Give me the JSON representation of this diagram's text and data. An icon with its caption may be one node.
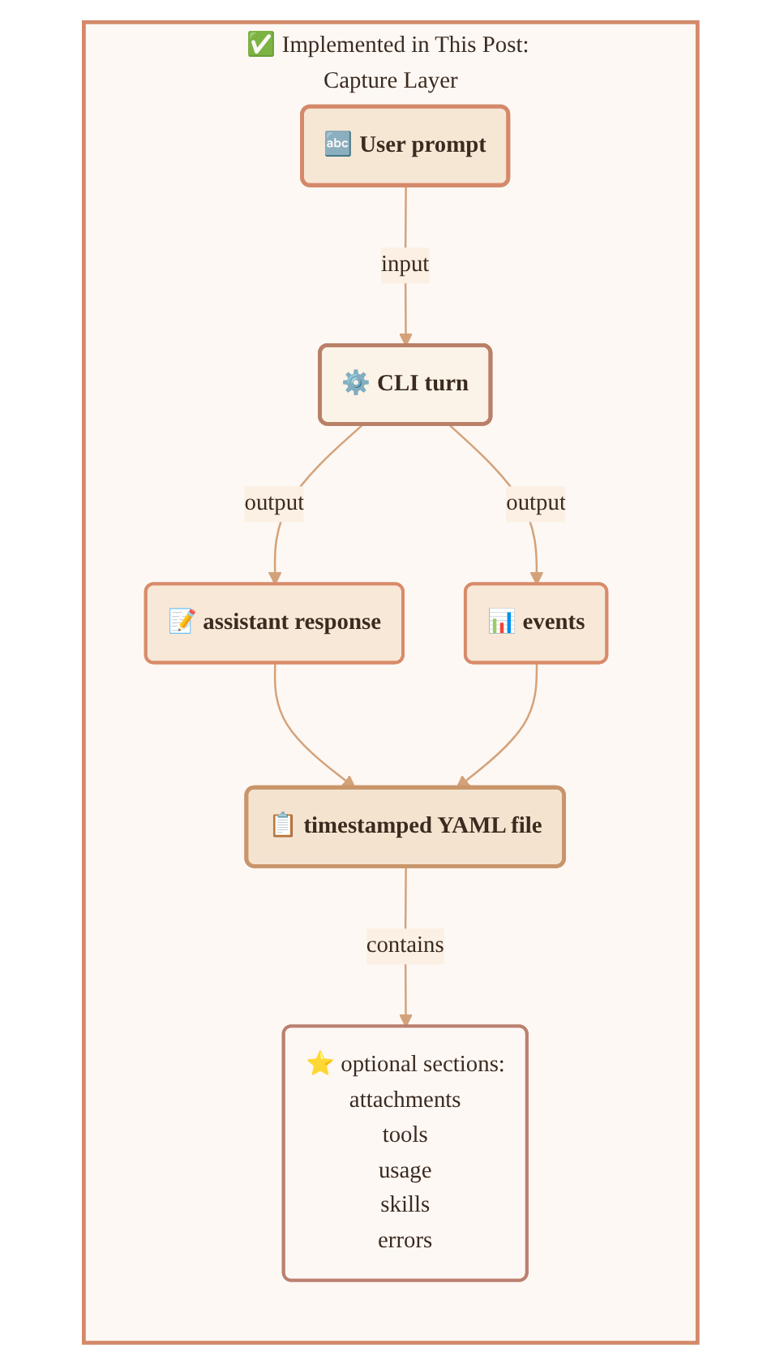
{
  "diagram": {
    "nodes": [
      {
        "text": [
          "✅ Implemented in This Post: Capture Layer"
        ]
      },
      {
        "text": [
          "🔤 User prompt"
        ],
        "in": 0
      },
      {
        "text": [
          "⚙️ CLI turn"
        ],
        "in": 0
      },
      {
        "text": [
          "📝 assistant response"
        ],
        "in": 0
      },
      {
        "text": [
          "📊 events"
        ],
        "in": 0
      },
      {
        "text": [
          "📋 timestamped YAML file"
        ],
        "in": 0
      },
      {
        "text": [
          "⭐ optional sections:",
          "attachments",
          "tools",
          "usage",
          "skills",
          "errors"
        ],
        "in": 0
      }
    ],
    "edges": [
      {
        "from": 1,
        "to": 2,
        "arrow": "to",
        "label": "input"
      },
      {
        "from": 2,
        "to": 3,
        "arrow": "to",
        "label": "output"
      },
      {
        "from": 2,
        "to": 4,
        "arrow": "to",
        "label": "output"
      },
      {
        "from": 3,
        "to": 5,
        "arrow": "to"
      },
      {
        "from": 4,
        "to": 5,
        "arrow": "to"
      },
      {
        "from": 5,
        "to": 6,
        "arrow": "to",
        "label": "contains"
      }
    ]
  }
}
